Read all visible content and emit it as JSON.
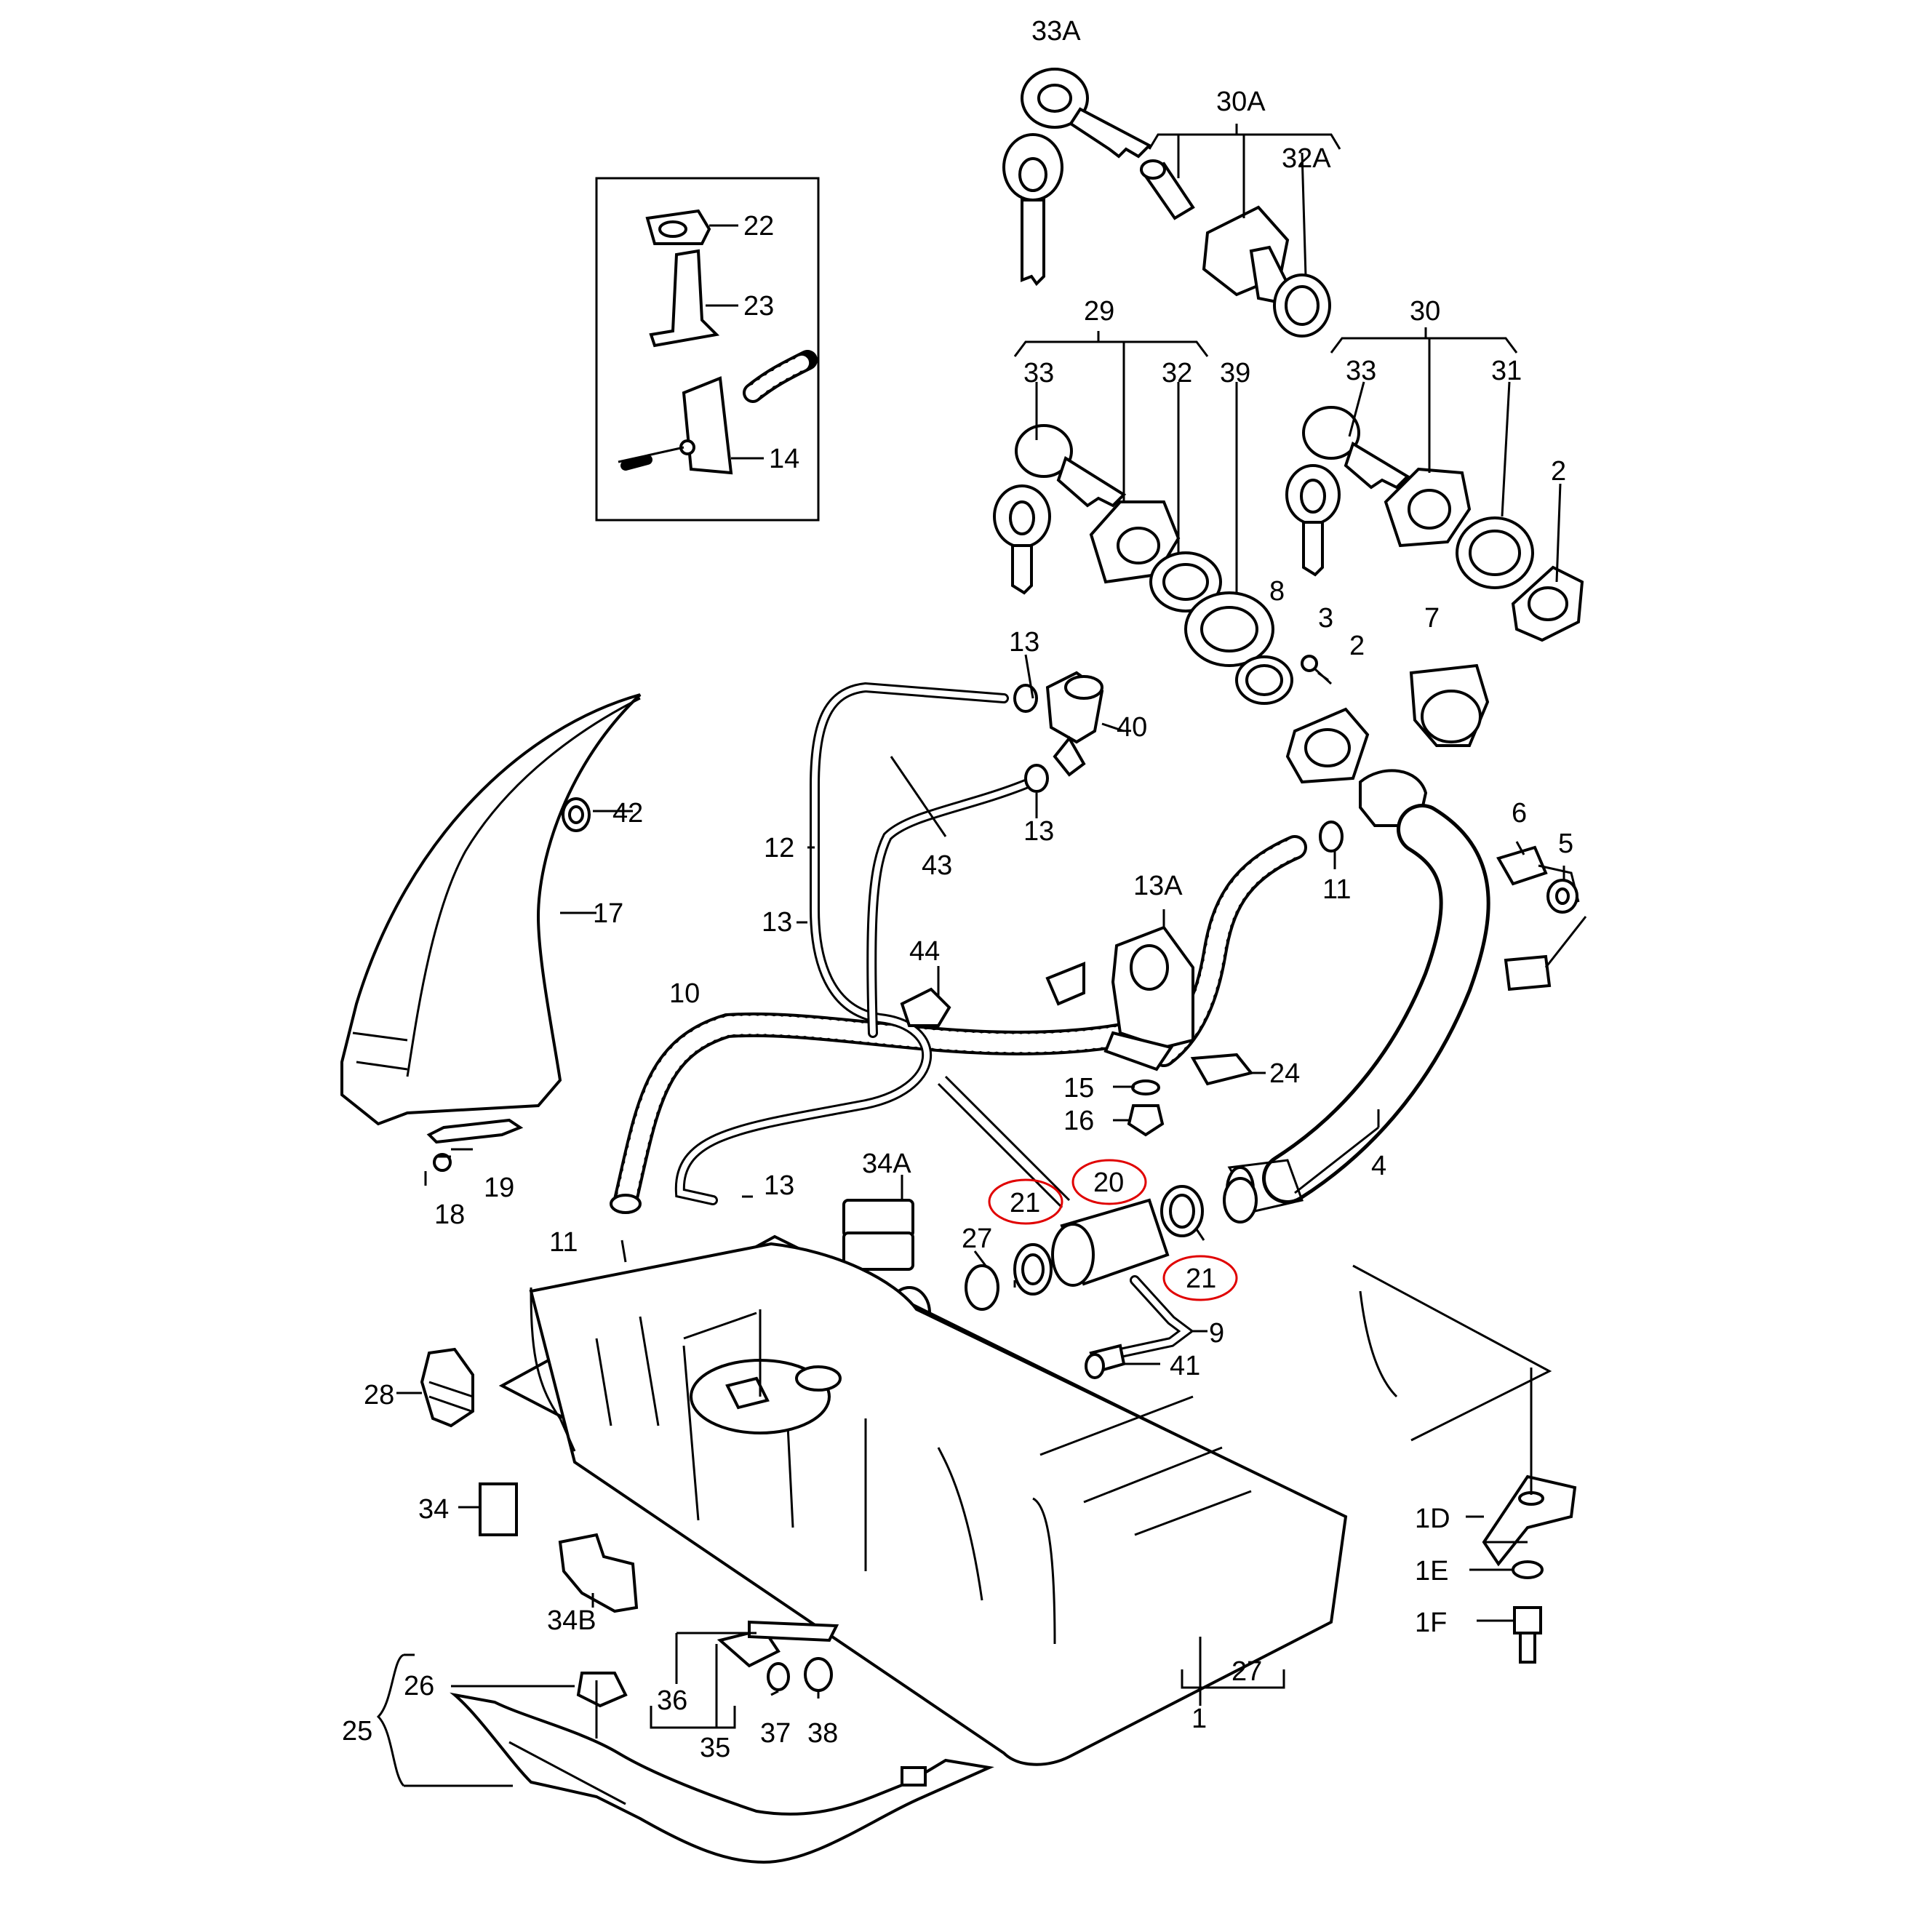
{
  "diagram": {
    "highlight_color": "#e00000",
    "callouts": {
      "c1": "1",
      "c1D": "1D",
      "c1E": "1E",
      "c1F": "1F",
      "c2a": "2",
      "c2b": "2",
      "c3": "3",
      "c4": "4",
      "c5": "5",
      "c6": "6",
      "c7": "7",
      "c8": "8",
      "c9": "9",
      "c10": "10",
      "c11a": "11",
      "c11b": "11",
      "c12": "12",
      "c13a": "13",
      "c13b": "13",
      "c13c": "13",
      "c13d": "13",
      "c13A": "13A",
      "c14": "14",
      "c15": "15",
      "c16": "16",
      "c17": "17",
      "c18": "18",
      "c19": "19",
      "c20": "20",
      "c21a": "21",
      "c21b": "21",
      "c22": "22",
      "c23": "23",
      "c24": "24",
      "c25": "25",
      "c26": "26",
      "c27a": "27",
      "c27b": "27",
      "c28": "28",
      "c29": "29",
      "c30": "30",
      "c30A": "30A",
      "c31": "31",
      "c32": "32",
      "c32A": "32A",
      "c33a": "33",
      "c33b": "33",
      "c33A": "33A",
      "c34": "34",
      "c34A": "34A",
      "c34B": "34B",
      "c35": "35",
      "c36": "36",
      "c37": "37",
      "c38": "38",
      "c39": "39",
      "c40": "40",
      "c41": "41",
      "c42": "42",
      "c43": "43",
      "c44": "44"
    }
  }
}
